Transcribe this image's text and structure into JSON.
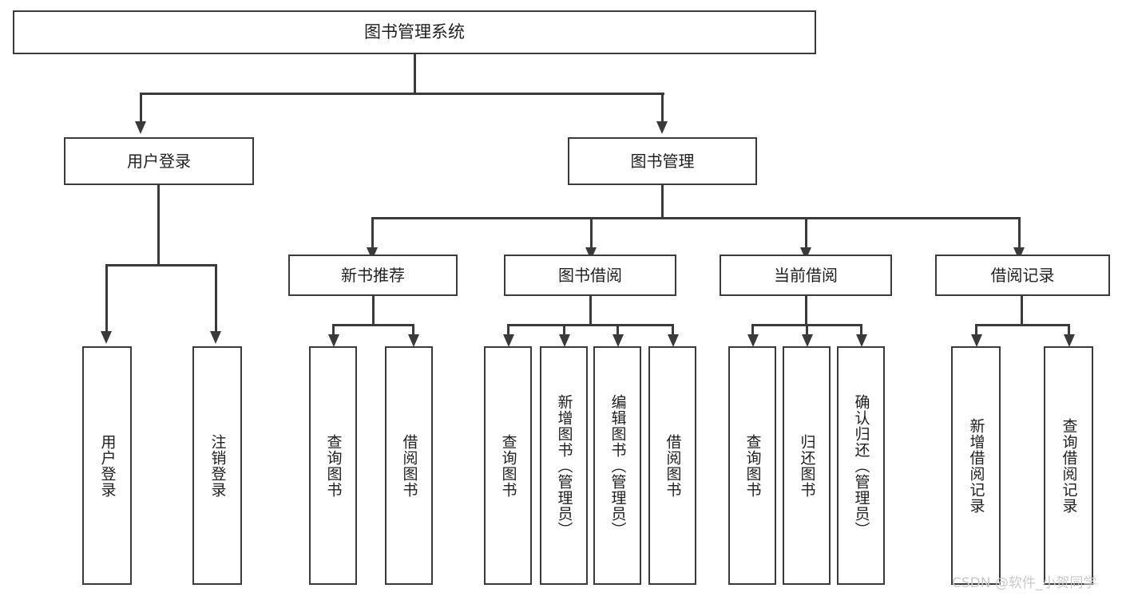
{
  "diagram": {
    "title": "图书管理系统",
    "watermark": "CSDN @软件_小贺同学",
    "colors": {
      "stroke": "#3a3a3a",
      "fill": "#ffffff",
      "text": "#1f1f1f",
      "watermark": "#c9c9c9"
    },
    "root": {
      "label": "图书管理系统"
    },
    "level2": [
      {
        "label": "用户登录"
      },
      {
        "label": "图书管理"
      }
    ],
    "level3": [
      {
        "label": "新书推荐"
      },
      {
        "label": "图书借阅"
      },
      {
        "label": "当前借阅"
      },
      {
        "label": "借阅记录"
      }
    ],
    "leaves": {
      "user_login": [
        {
          "label": "用户登录"
        },
        {
          "label": "注销登录"
        }
      ],
      "new_book_recommend": [
        {
          "label": "查询图书"
        },
        {
          "label": "借阅图书"
        }
      ],
      "book_borrow": [
        {
          "label": "查询图书"
        },
        {
          "label": "新增图书（管理员）"
        },
        {
          "label": "编辑图书（管理员）"
        },
        {
          "label": "借阅图书"
        }
      ],
      "current_borrow": [
        {
          "label": "查询图书"
        },
        {
          "label": "归还图书"
        },
        {
          "label": "确认归还（管理员）"
        }
      ],
      "borrow_record": [
        {
          "label": "新增借阅记录"
        },
        {
          "label": "查询借阅记录"
        }
      ]
    }
  }
}
